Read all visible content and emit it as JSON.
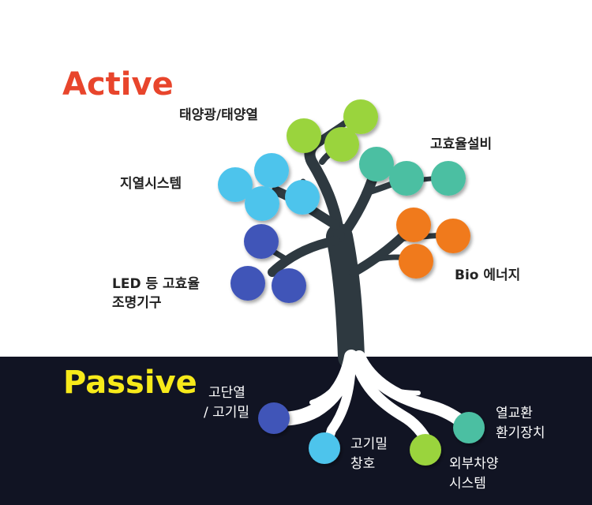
{
  "titles": {
    "active": "Active",
    "passive": "Passive"
  },
  "active_labels": {
    "solar": "태양광/태양열",
    "efficiency_equipment": "고효율설비",
    "geothermal": "지열시스템",
    "led_line1": "LED 등 고효율",
    "led_line2": "조명기구",
    "bio": "Bio 에너지"
  },
  "passive_labels": {
    "insulation_line1": "고단열",
    "insulation_line2": "/ 고기밀",
    "window_line1": "고기밀",
    "window_line2": "창호",
    "shading_line1": "외부차양",
    "shading_line2": "시스템",
    "hrv_line1": "열교환",
    "hrv_line2": "환기장치"
  },
  "colors": {
    "active_title": "#e8452c",
    "passive_title": "#f7ea1a",
    "ground": "#111423",
    "trunk": "#2e3940",
    "roots": "#ffffff",
    "green": "#9ad43e",
    "teal": "#4cbfa2",
    "sky": "#4ec4ec",
    "blue": "#4154b8",
    "orange": "#f07a1c"
  }
}
